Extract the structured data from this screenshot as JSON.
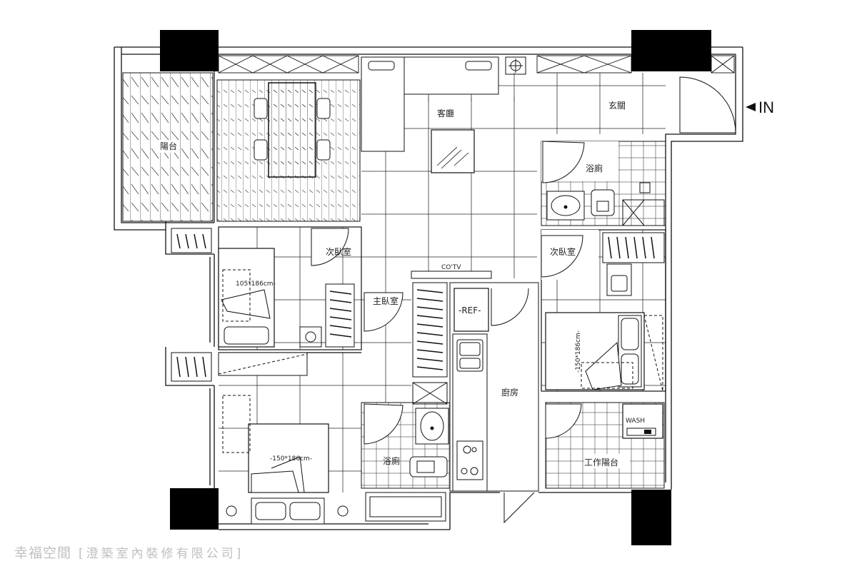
{
  "rooms": {
    "balcony": "陽台",
    "living_room": "客廳",
    "entrance": "玄關",
    "bathroom_1": "浴廁",
    "bedroom_2_left": "次臥室",
    "bedroom_2_right": "次臥室",
    "master_bedroom": "主臥室",
    "kitchen": "廚房",
    "bathroom_2": "浴廁",
    "work_balcony": "工作陽台"
  },
  "labels": {
    "entry": "IN",
    "tv": "CO'TV",
    "fridge": "-REF-",
    "washer": "WASH",
    "bed_small": "105*186cm-",
    "bed_master": "-150*186cm-",
    "bed_right": "-150*186cm-"
  },
  "icons": [
    "column-block",
    "fan-icon",
    "sink-icon",
    "toilet-icon",
    "stove-icon",
    "wardrobe-icon",
    "door-swing-icon",
    "arrow-left-icon"
  ],
  "watermark": {
    "brand": "幸福空間",
    "company": "[澄築室內裝修有限公司]"
  }
}
